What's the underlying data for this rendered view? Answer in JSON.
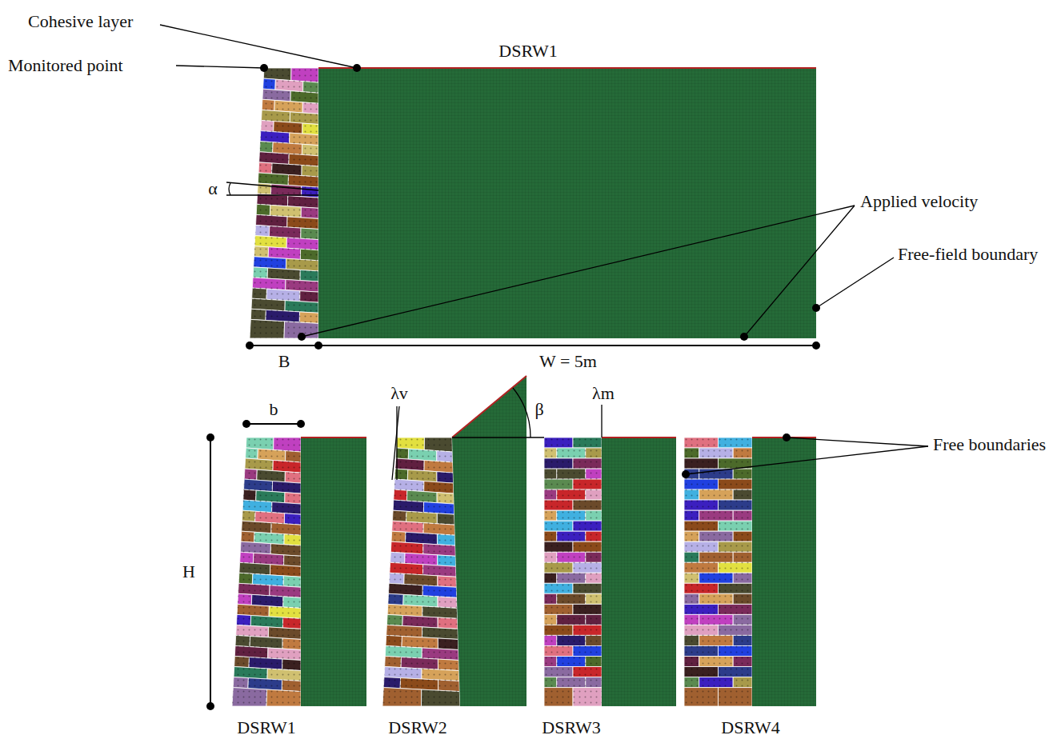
{
  "diagram": {
    "labels": [
      "Cohesive layer",
      "Monitored point",
      "DSRW1",
      "α",
      "Applied velocity",
      "Free-field boundary",
      "B",
      "W = 5m",
      "b",
      "λv",
      "β",
      "λm",
      "Free boundaries",
      "H",
      "DSRW1",
      "DSRW2",
      "DSRW3",
      "DSRW4"
    ]
  }
}
